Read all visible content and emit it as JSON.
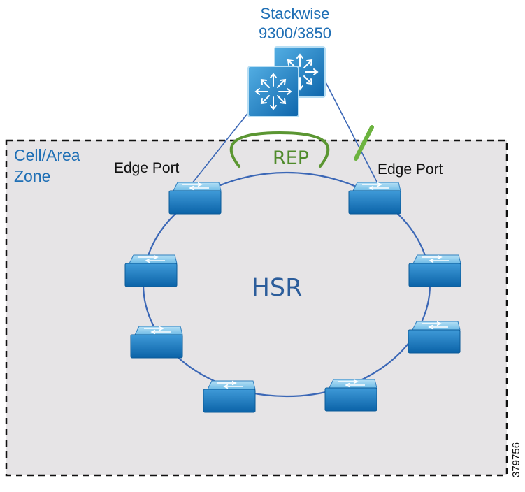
{
  "title": {
    "stackwise_line1": "Stackwise",
    "stackwise_line2": "9300/3850"
  },
  "zone": {
    "label_line1": "Cell/Area",
    "label_line2": "Zone"
  },
  "ports": {
    "left_edge": "Edge Port",
    "right_edge": "Edge Port"
  },
  "protocols": {
    "rep": "REP",
    "hsr": "HSR"
  },
  "figure_id": "379756",
  "icons": {
    "core_switch": "stackwise-switch-icon",
    "access_switch": "ie-switch-icon",
    "block": "blocked-port-marker"
  },
  "colors": {
    "zone_fill": "#e6e4e6",
    "ring": "#3b67b6",
    "rep_arc": "#5b9632",
    "label_blue": "#1f6fb5"
  }
}
